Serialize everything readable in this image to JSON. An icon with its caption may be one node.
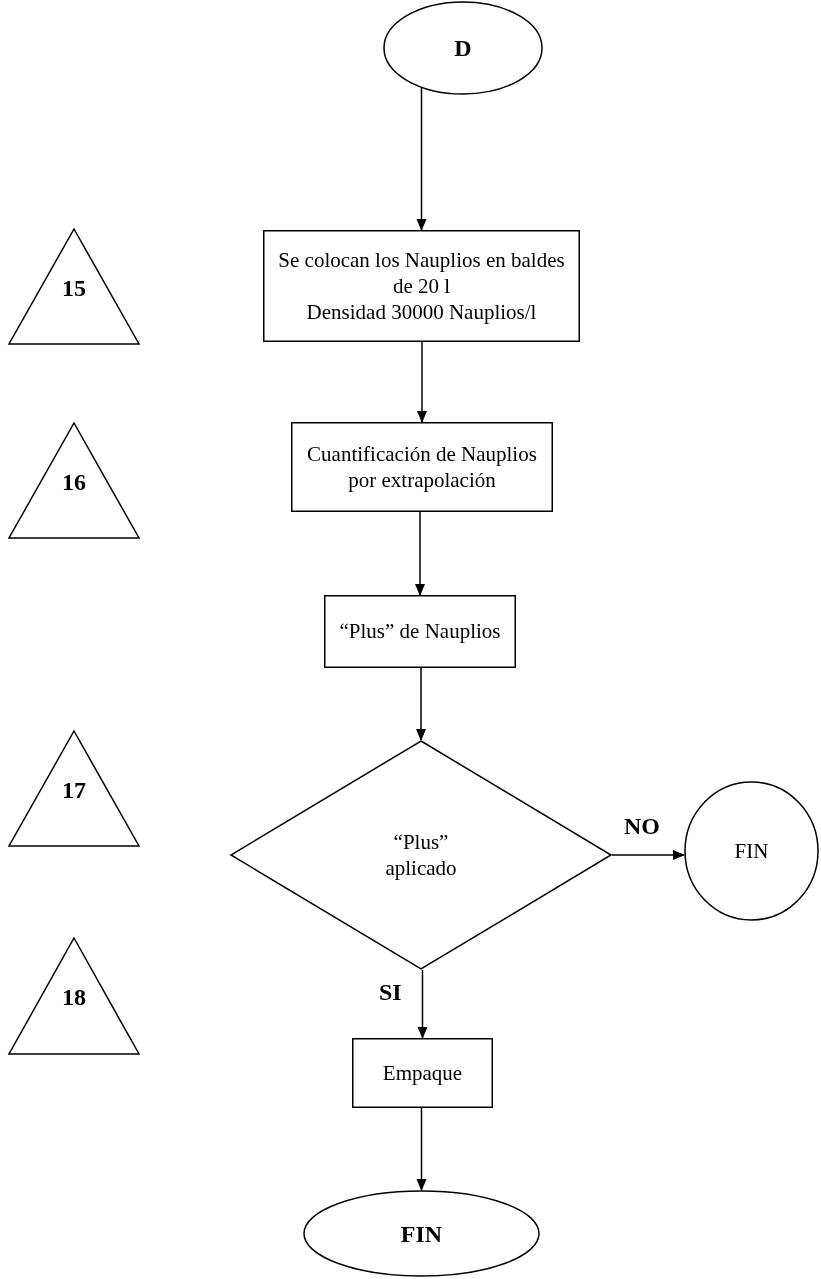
{
  "diagram": {
    "nodes": [
      {
        "text": [
          "D"
        ]
      },
      {
        "text": [
          "15"
        ]
      },
      {
        "text": [
          "Se colocan los Nauplios en baldes de 20 l",
          "Densidad 30000 Nauplios/l"
        ]
      },
      {
        "text": [
          "16"
        ]
      },
      {
        "text": [
          "Cuantificación de Nauplios por extrapolación"
        ]
      },
      {
        "text": [
          "“Plus” de Nauplios"
        ]
      },
      {
        "text": [
          "17"
        ]
      },
      {
        "text": [
          "“Plus” aplicado"
        ]
      },
      {
        "text": [
          "FIN"
        ]
      },
      {
        "text": [
          "18"
        ]
      },
      {
        "text": [
          "Empaque"
        ]
      },
      {
        "text": [
          "FIN"
        ]
      }
    ],
    "edges": [
      {
        "from": 0,
        "to": 2,
        "arrow": "to"
      },
      {
        "from": 2,
        "to": 4,
        "arrow": "to"
      },
      {
        "from": 4,
        "to": 5,
        "arrow": "to"
      },
      {
        "from": 5,
        "to": 7,
        "arrow": "to"
      },
      {
        "from": 7,
        "to": 8,
        "arrow": "to",
        "label": "NO"
      },
      {
        "from": 7,
        "to": 10,
        "arrow": "to",
        "label": "SI"
      },
      {
        "from": 10,
        "to": 11,
        "arrow": "to"
      }
    ]
  }
}
